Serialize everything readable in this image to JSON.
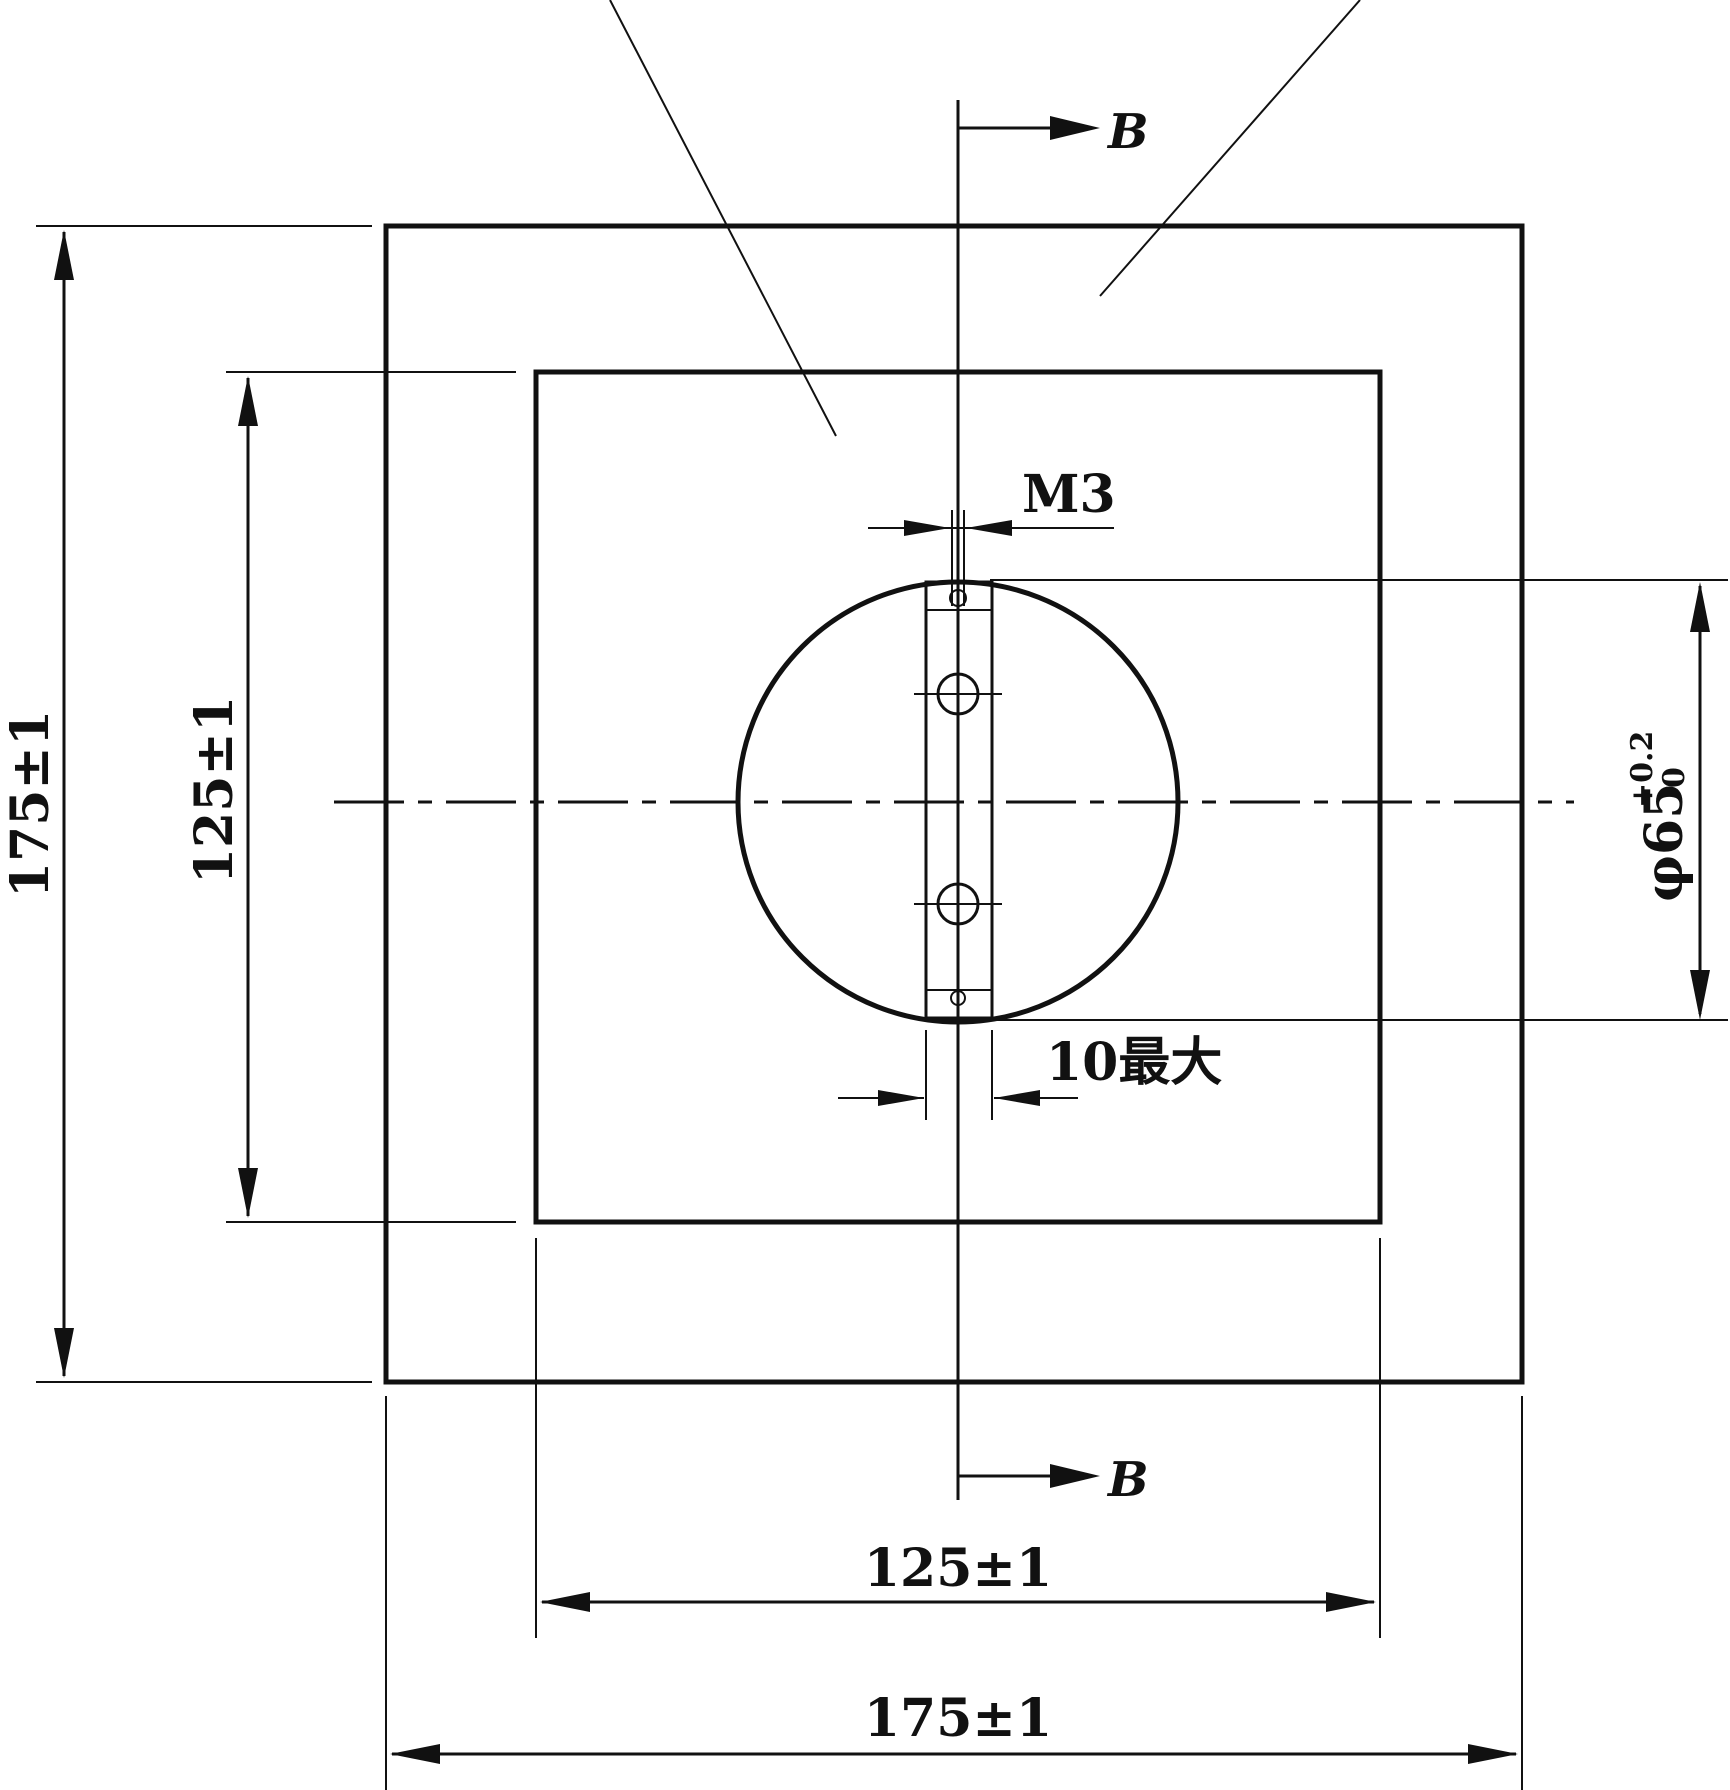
{
  "labels": {
    "section_marker": "B",
    "thread": "M3",
    "slot_width": "10最大",
    "outer_height": "175±1",
    "inner_height": "125±1",
    "inner_width": "125±1",
    "outer_width": "175±1",
    "diameter_prefix": "φ65",
    "tolerance_upper": "+0.2",
    "tolerance_lower": "0"
  }
}
